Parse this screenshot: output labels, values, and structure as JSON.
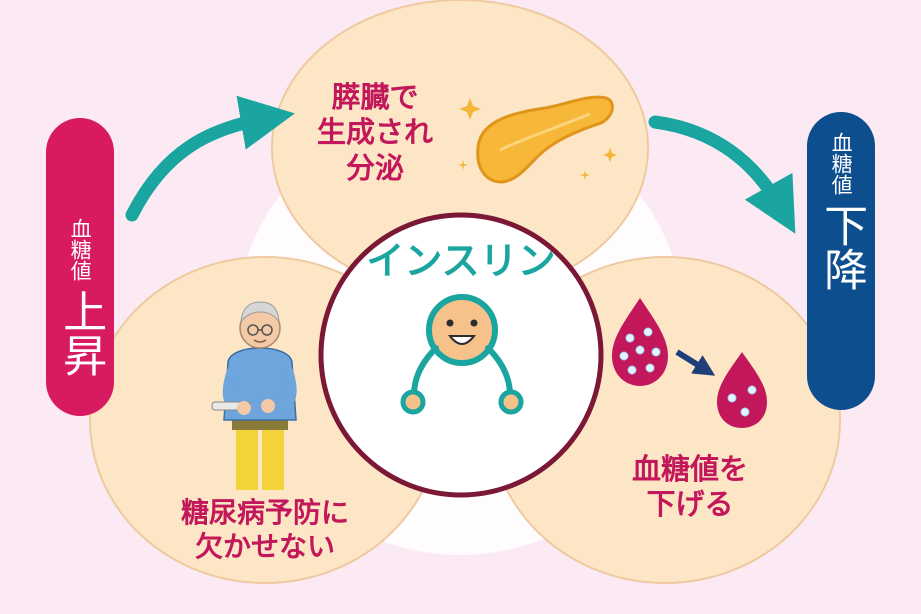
{
  "center": {
    "label": "インスリン"
  },
  "top_bubble": {
    "label": "膵臓で\n生成され\n分泌"
  },
  "left_bubble": {
    "label": "糖尿病予防に\n欠かせない"
  },
  "right_bubble": {
    "label": "血糖値を\n下げる"
  },
  "left_pill": {
    "small": "血糖値",
    "big": "上昇",
    "color": "#d81b60"
  },
  "right_pill": {
    "small": "血糖値",
    "big": "下降",
    "color": "#0d4e8f"
  },
  "colors": {
    "background": "#fbeaf3",
    "bubble": "#fde6c6",
    "bubble_border": "#efc9a0",
    "arrow": "#1aa5a0",
    "label": "#c2185b",
    "center_ring": "#7a1836",
    "drop": "#c2185b",
    "small_arrow": "#1f3f7a"
  },
  "icons": {
    "pancreas": "pancreas-icon",
    "person": "elderly-man-injection-icon",
    "drops": "blood-drop-icon",
    "mascot": "insulin-mascot-icon"
  }
}
